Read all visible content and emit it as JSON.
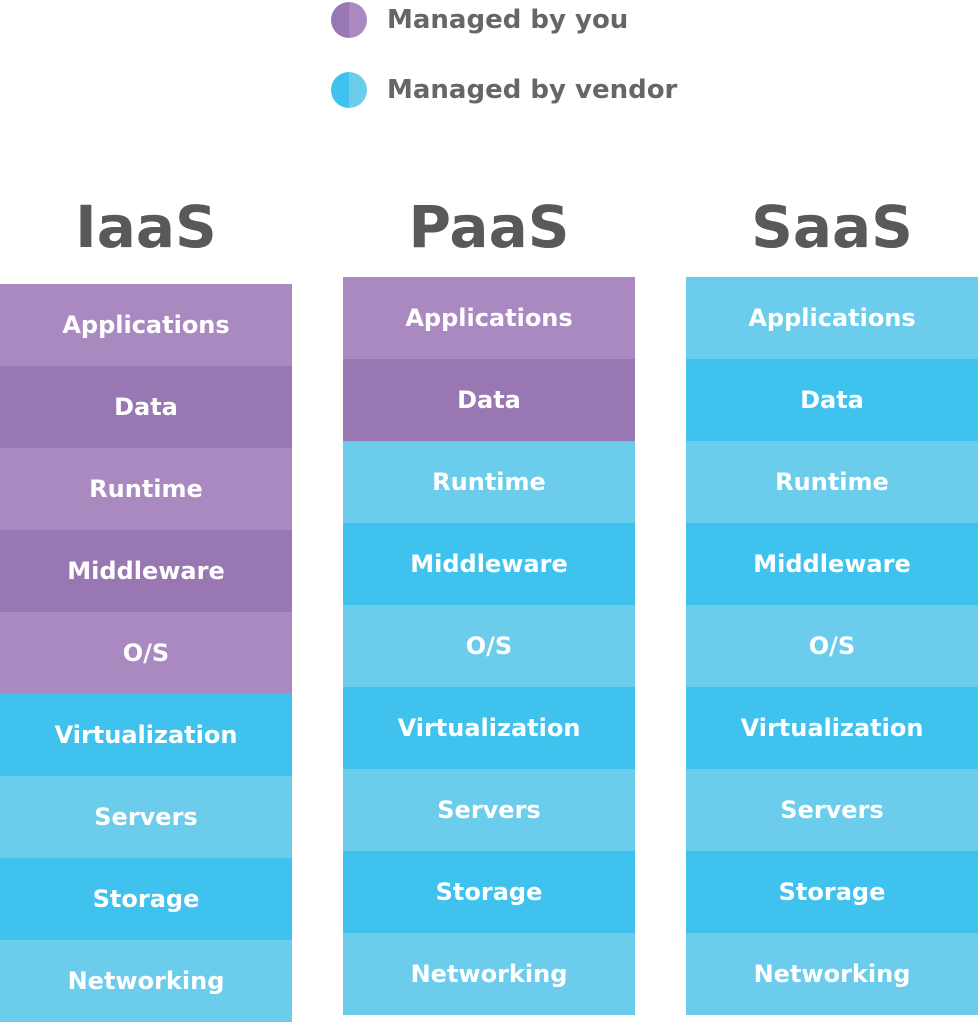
{
  "colors": {
    "you": "#aa88c0",
    "you_dark": "#9977b2",
    "vendor": "#6cccec",
    "vendor_dark": "#3fc3ee"
  },
  "legend": {
    "you_label": "Managed by you",
    "vendor_label": "Managed by vendor"
  },
  "columns": [
    {
      "title": "IaaS",
      "layers": [
        {
          "label": "Applications",
          "managed_by": "you"
        },
        {
          "label": "Data",
          "managed_by": "you"
        },
        {
          "label": "Runtime",
          "managed_by": "you"
        },
        {
          "label": "Middleware",
          "managed_by": "you"
        },
        {
          "label": "O/S",
          "managed_by": "you"
        },
        {
          "label": "Virtualization",
          "managed_by": "vendor"
        },
        {
          "label": "Servers",
          "managed_by": "vendor"
        },
        {
          "label": "Storage",
          "managed_by": "vendor"
        },
        {
          "label": "Networking",
          "managed_by": "vendor"
        }
      ]
    },
    {
      "title": "PaaS",
      "layers": [
        {
          "label": "Applications",
          "managed_by": "you"
        },
        {
          "label": "Data",
          "managed_by": "you"
        },
        {
          "label": "Runtime",
          "managed_by": "vendor"
        },
        {
          "label": "Middleware",
          "managed_by": "vendor"
        },
        {
          "label": "O/S",
          "managed_by": "vendor"
        },
        {
          "label": "Virtualization",
          "managed_by": "vendor"
        },
        {
          "label": "Servers",
          "managed_by": "vendor"
        },
        {
          "label": "Storage",
          "managed_by": "vendor"
        },
        {
          "label": "Networking",
          "managed_by": "vendor"
        }
      ]
    },
    {
      "title": "SaaS",
      "layers": [
        {
          "label": "Applications",
          "managed_by": "vendor"
        },
        {
          "label": "Data",
          "managed_by": "vendor"
        },
        {
          "label": "Runtime",
          "managed_by": "vendor"
        },
        {
          "label": "Middleware",
          "managed_by": "vendor"
        },
        {
          "label": "O/S",
          "managed_by": "vendor"
        },
        {
          "label": "Virtualization",
          "managed_by": "vendor"
        },
        {
          "label": "Servers",
          "managed_by": "vendor"
        },
        {
          "label": "Storage",
          "managed_by": "vendor"
        },
        {
          "label": "Networking",
          "managed_by": "vendor"
        }
      ]
    }
  ]
}
